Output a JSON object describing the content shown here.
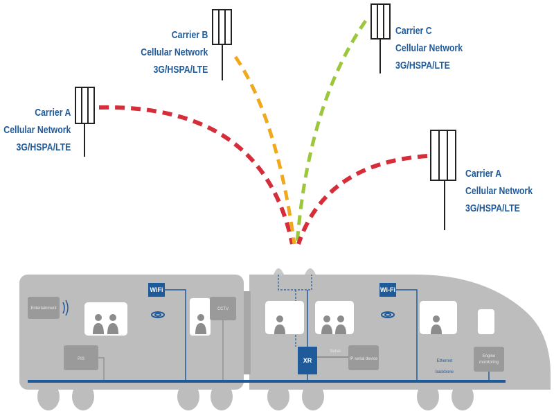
{
  "towers": [
    {
      "carrier": "Carrier A",
      "network": "Cellular Network",
      "tech": "3G/HSPA/LTE"
    },
    {
      "carrier": "Carrier B",
      "network": "Cellular Network",
      "tech": "3G/HSPA/LTE"
    },
    {
      "carrier": "Carrier C",
      "network": "Cellular Network",
      "tech": "3G/HSPA/LTE"
    },
    {
      "carrier": "Carrier A",
      "network": "Cellular Network",
      "tech": "3G/HSPA/LTE"
    }
  ],
  "links": [
    {
      "color": "#d62d3a"
    },
    {
      "color": "#f0a81c"
    },
    {
      "color": "#9cc63b"
    },
    {
      "color": "#d62d3a"
    }
  ],
  "train": {
    "wifi_label": "WiFi",
    "wifi_label_2": "Wi-Fi",
    "entertainment": "Entertainment",
    "pis": "PIS",
    "cctv": "CCTV",
    "router": "XR",
    "serial": "Serial",
    "ip_device": "IP serial device",
    "ethernet": "Ethernet",
    "backbone": "backbone",
    "engine": "Engine",
    "monitoring": "monitoring"
  },
  "colors": {
    "brand_blue": "#1f5a9a",
    "train_gray": "#bdbdbd",
    "box_gray": "#9a9a9a"
  }
}
